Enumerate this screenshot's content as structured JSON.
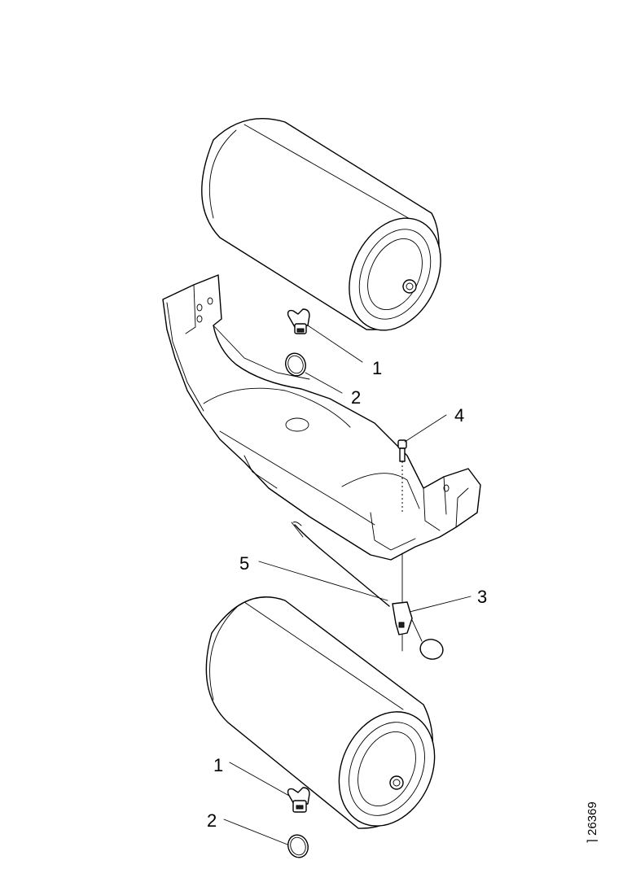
{
  "figure_ref": "26369",
  "callouts": {
    "part_1_upper": "1",
    "part_2_upper": "2",
    "part_4": "4",
    "part_5": "5",
    "part_3": "3",
    "part_1_lower": "1",
    "part_2_lower": "2"
  }
}
